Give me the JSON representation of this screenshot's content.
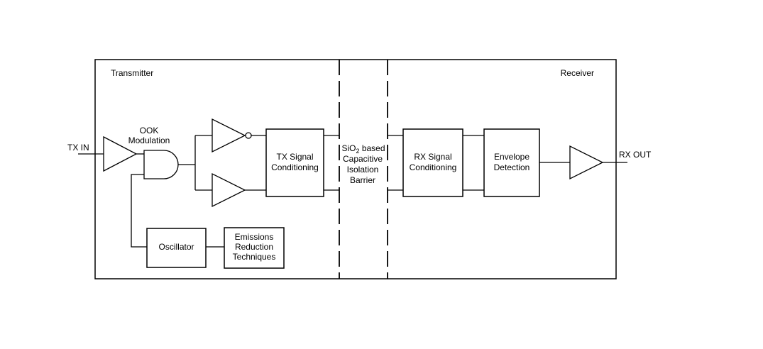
{
  "labels": {
    "transmitter": "Transmitter",
    "receiver": "Receiver",
    "tx_in": "TX IN",
    "rx_out": "RX OUT",
    "ook_line1": "OOK",
    "ook_line2": "Modulation"
  },
  "blocks": {
    "tx_conditioning": [
      "TX Signal",
      "Conditioning"
    ],
    "rx_conditioning": [
      "RX Signal",
      "Conditioning"
    ],
    "envelope": [
      "Envelope",
      "Detection"
    ],
    "oscillator": [
      "Oscillator"
    ],
    "emissions": [
      "Emissions",
      "Reduction",
      "Techniques"
    ]
  },
  "barrier": {
    "line1_prefix": "SiO",
    "line1_sub": "2",
    "line1_suffix": " based",
    "line2": "Capacitive",
    "line3": "Isolation",
    "line4": "Barrier"
  }
}
